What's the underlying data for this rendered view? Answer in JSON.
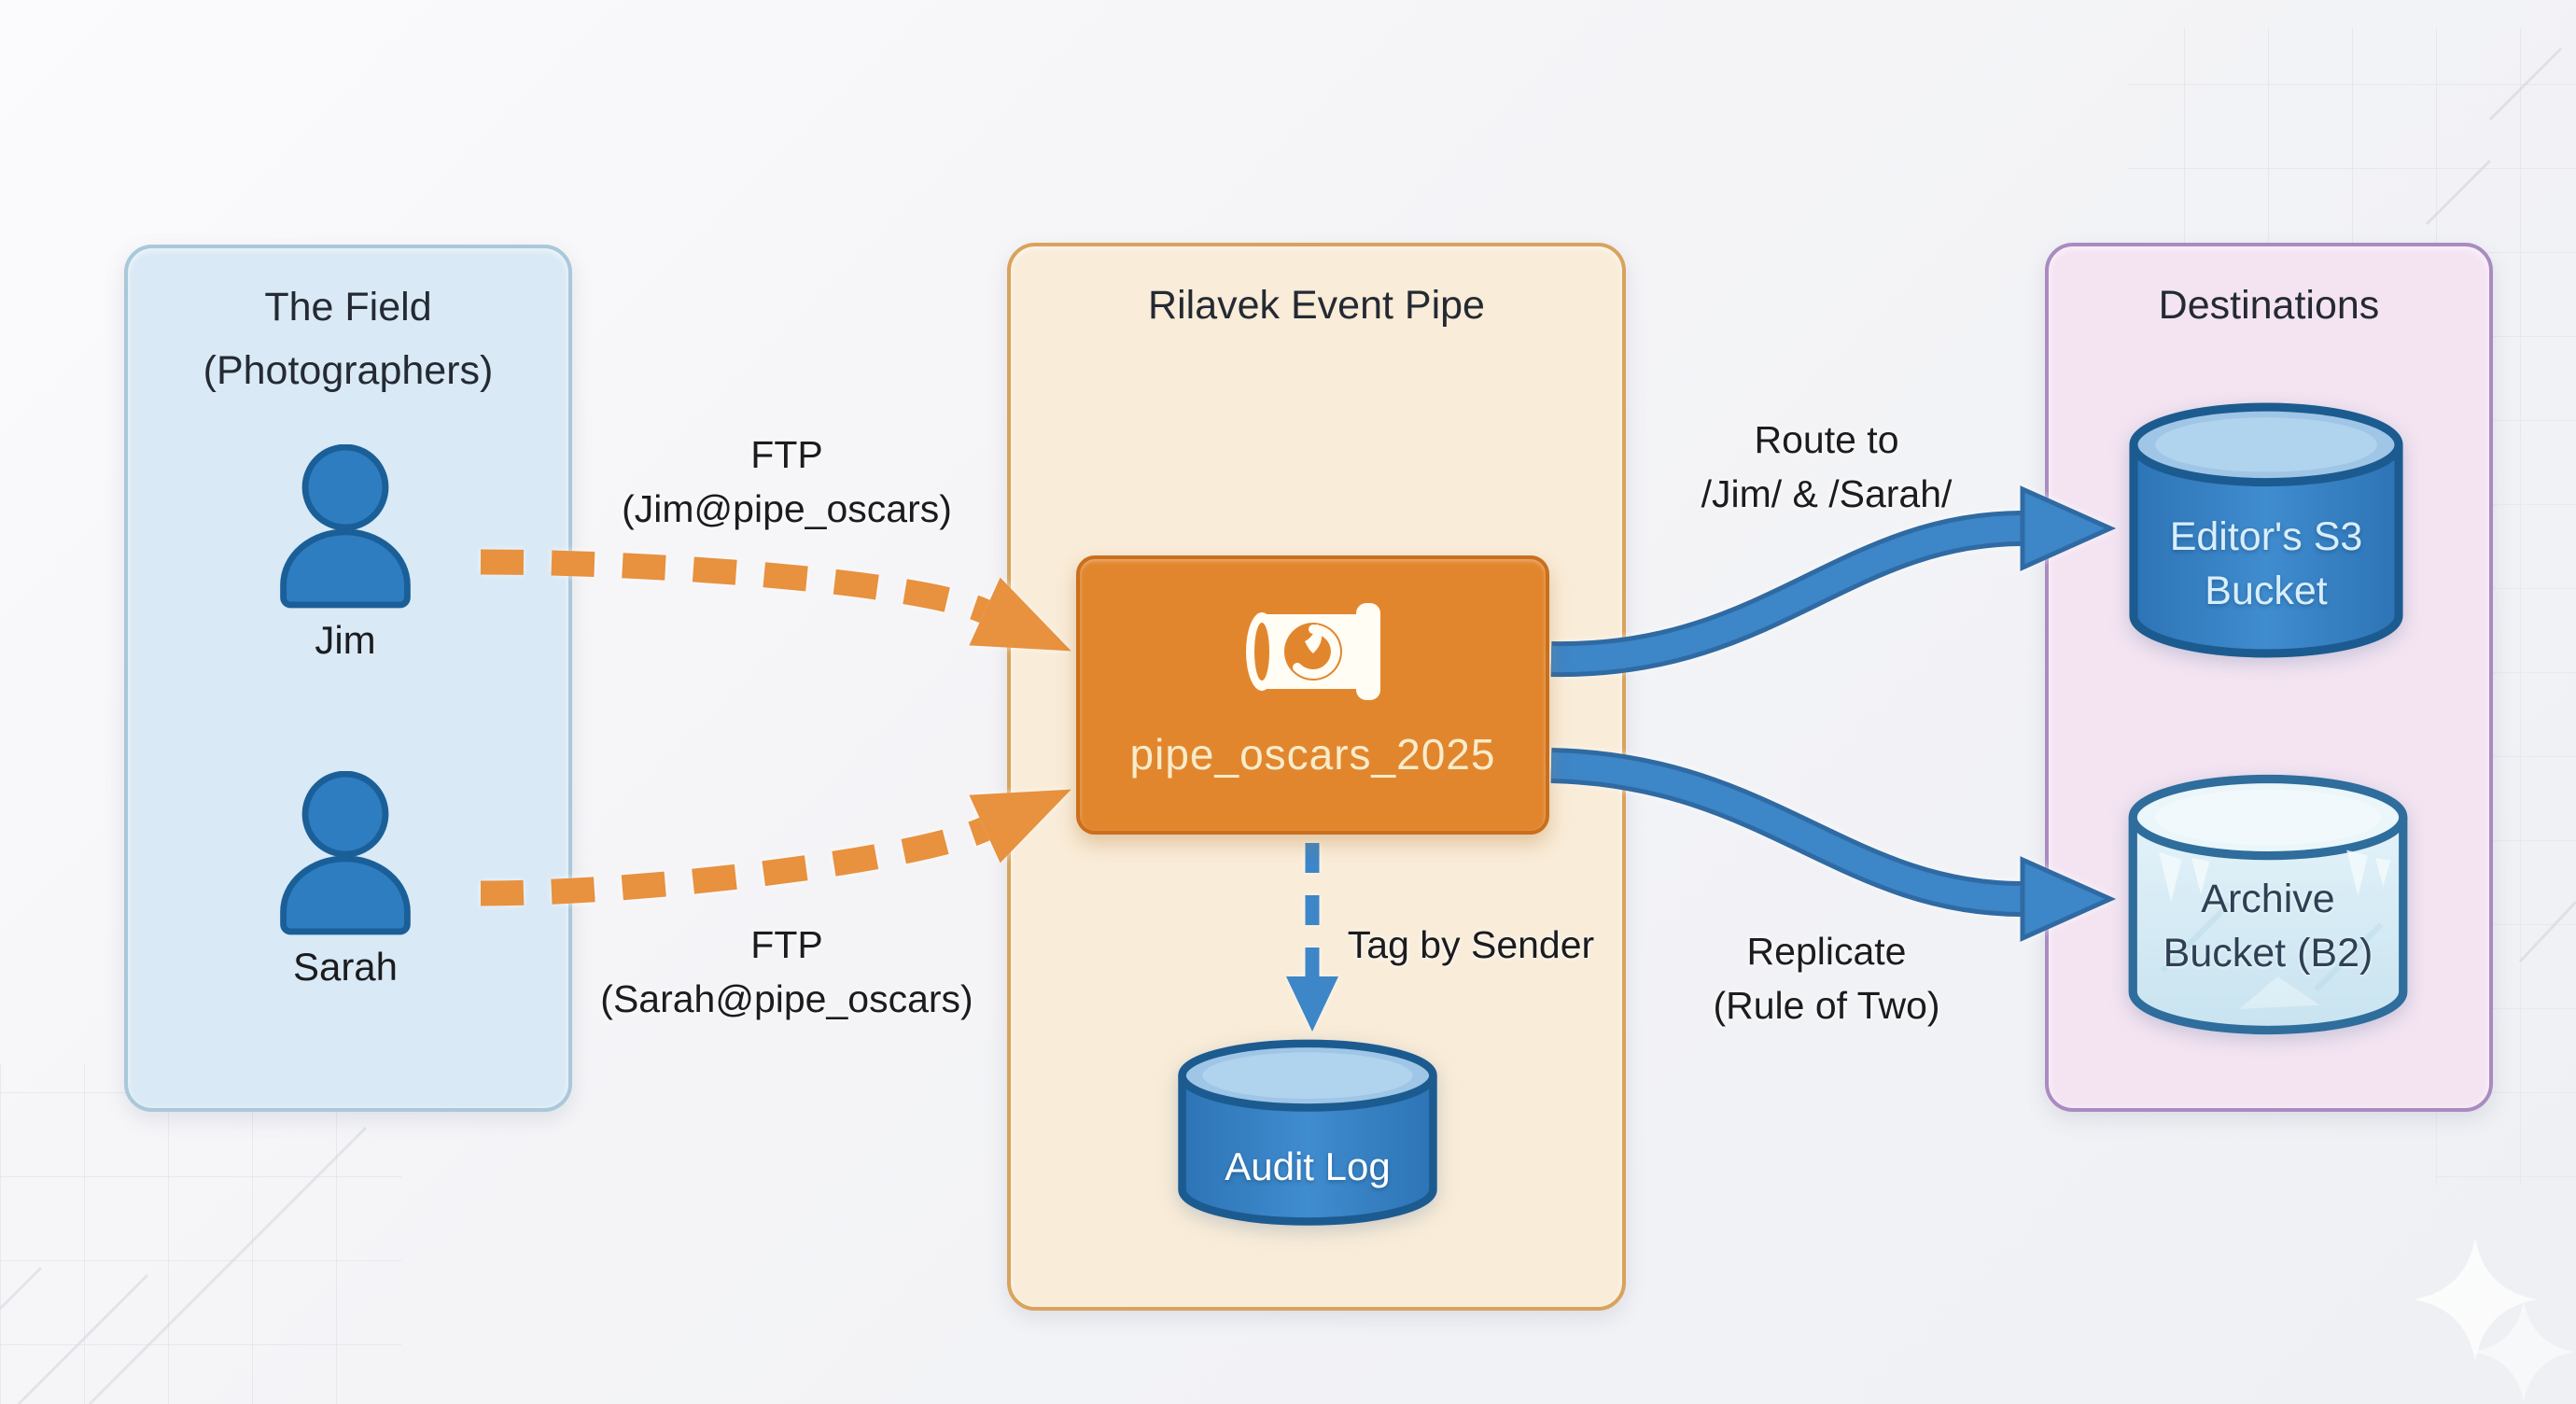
{
  "panels": {
    "field": {
      "title": "The Field\n(Photographers)",
      "members": [
        {
          "name": "Jim"
        },
        {
          "name": "Sarah"
        }
      ]
    },
    "pipe": {
      "title": "Rilavek Event Pipe",
      "node_label": "pipe_oscars_2025",
      "audit_label": "Audit Log"
    },
    "destinations": {
      "title": "Destinations",
      "buckets": [
        {
          "label": "Editor's S3\nBucket"
        },
        {
          "label": "Archive\nBucket (B2)"
        }
      ]
    }
  },
  "edges": {
    "ftp_jim": "FTP\n(Jim@pipe_oscars)",
    "ftp_sarah": "FTP\n(Sarah@pipe_oscars)",
    "tag_by_sender": "Tag by Sender",
    "route": "Route to\n/Jim/ & /Sarah/",
    "replicate": "Replicate\n(Rule of Two)"
  },
  "colors": {
    "field_panel_bg": "#d9e9f5",
    "field_panel_border": "#a9c8da",
    "pipe_panel_bg": "#f9ecd8",
    "pipe_panel_border": "#d9a35c",
    "dest_panel_bg": "#f4e4f2",
    "dest_panel_border": "#a98bc0",
    "pipe_node_bg": "#e2862e",
    "pipe_node_border": "#c96f1e",
    "person_blue": "#2e7dc0",
    "cylinder_blue": "#3380c4",
    "archive_ice": "#d8edf6",
    "arrow_orange": "#e8913e",
    "arrow_blue": "#3d86c8",
    "label_text": "#1c1c1e"
  }
}
